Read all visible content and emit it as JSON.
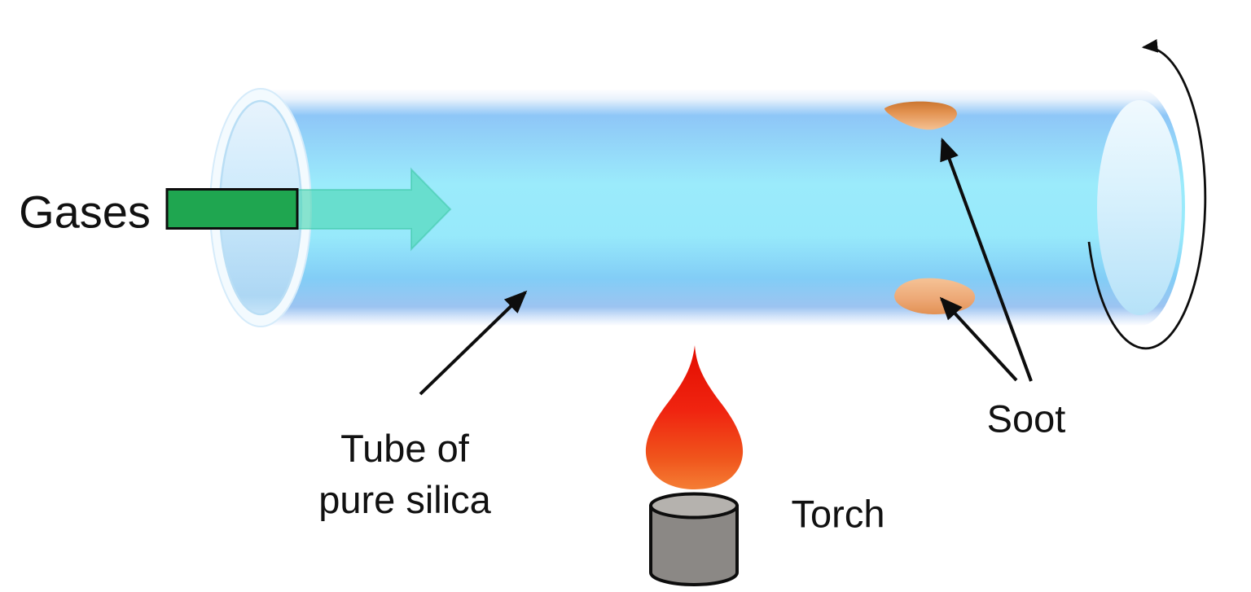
{
  "labels": {
    "gases": "Gases",
    "tube": {
      "line1": "Tube of",
      "line2": "pure silica"
    },
    "torch": "Torch",
    "soot": "Soot"
  },
  "colors": {
    "tube_blue_center": "#9bebfb",
    "tube_blue_edge": "#8ec6f7",
    "inlet_green": "#1fa650",
    "flow_teal": "#4fd8b6",
    "soot_tan": "#e89a5e",
    "flame_red": "#e31106",
    "flame_orange": "#f57f35",
    "burner_gray": "#8b8885",
    "burner_gray_light": "#b5b2ae",
    "outline_black": "#0d0d0d"
  }
}
